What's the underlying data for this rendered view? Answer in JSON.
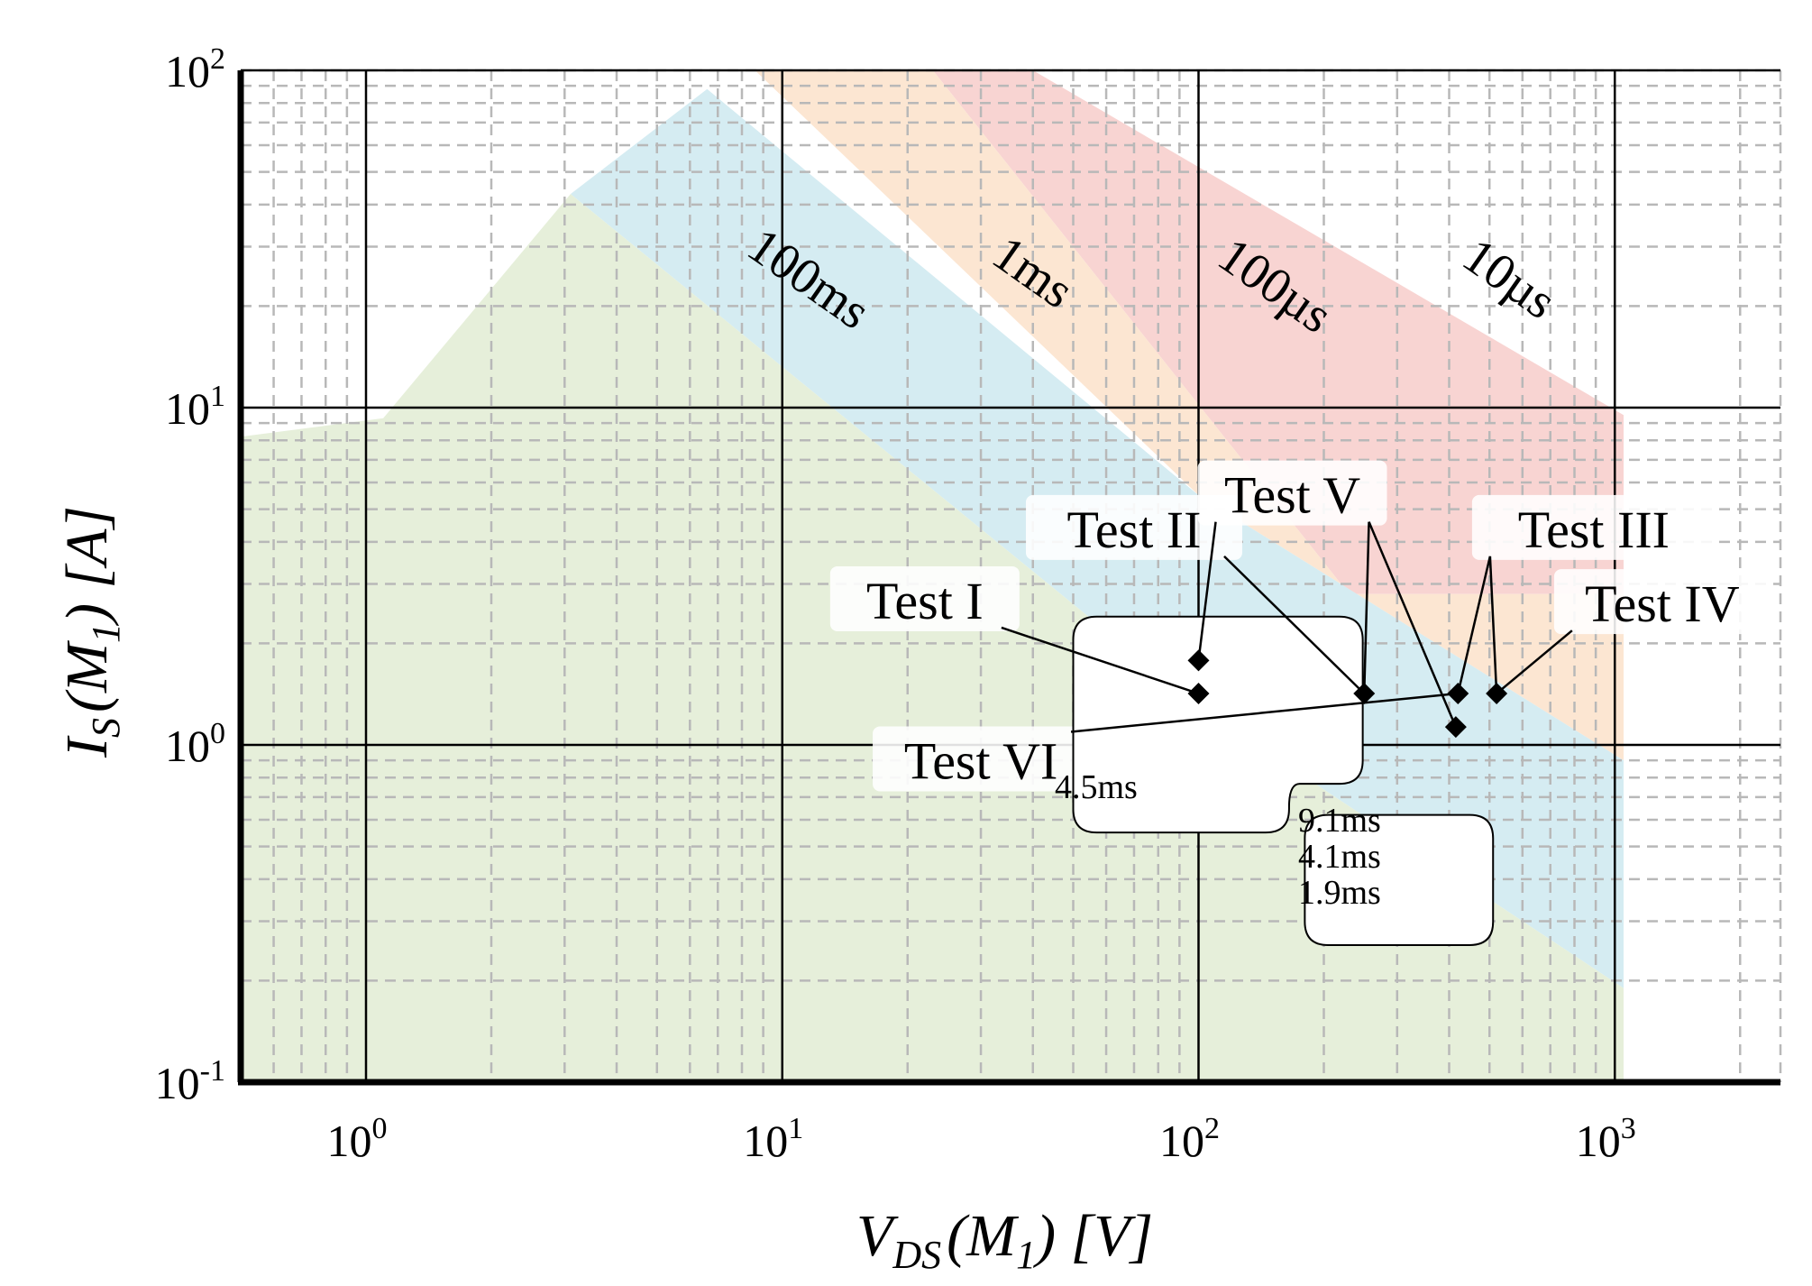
{
  "chart_data": {
    "type": "scatter",
    "title": "",
    "xlabel": {
      "main": "V",
      "sub": "DS",
      "rest1": "(M",
      "sub2": "1",
      "rest2": ")  [V]"
    },
    "ylabel": {
      "main": "I",
      "sub": "S",
      "rest1": "(M",
      "sub2": "1",
      "rest2": ")  [A]"
    },
    "xscale": "log",
    "yscale": "log",
    "xlim": [
      0.5,
      2500
    ],
    "ylim": [
      0.1,
      100
    ],
    "x_ticks": [
      {
        "base": "10",
        "exp": "0",
        "value": 1
      },
      {
        "base": "10",
        "exp": "1",
        "value": 10
      },
      {
        "base": "10",
        "exp": "2",
        "value": 100
      },
      {
        "base": "10",
        "exp": "3",
        "value": 1000
      }
    ],
    "y_ticks": [
      {
        "base": "10",
        "exp": "-1",
        "value": 0.1
      },
      {
        "base": "10",
        "exp": "0",
        "value": 1
      },
      {
        "base": "10",
        "exp": "1",
        "value": 10
      },
      {
        "base": "10",
        "exp": "2",
        "value": 100
      }
    ],
    "grid": true,
    "soa_regions": [
      {
        "label": "10µs",
        "color": "#f8d4d2",
        "polygon": [
          [
            23,
            100
          ],
          [
            40,
            100
          ],
          [
            1050,
            9.5
          ],
          [
            1050,
            2.8
          ],
          [
            230,
            2.8
          ]
        ]
      },
      {
        "label": "100µs",
        "color": "#fce6d2",
        "polygon": [
          [
            8.6,
            100
          ],
          [
            23,
            100
          ],
          [
            230,
            2.8
          ],
          [
            1050,
            2.8
          ],
          [
            1050,
            0.9
          ],
          [
            100,
            5.5
          ]
        ]
      },
      {
        "label": "1ms",
        "color": "#d5ecf2",
        "polygon": [
          [
            3.1,
            43
          ],
          [
            6.6,
            88
          ],
          [
            100,
            5.5
          ],
          [
            1050,
            0.9
          ],
          [
            1050,
            0.19
          ],
          [
            100,
            1.3
          ]
        ]
      },
      {
        "label": "100ms",
        "color": "#e6efda",
        "polygon": [
          [
            0.5,
            8.2
          ],
          [
            1.1,
            9.3
          ],
          [
            3.1,
            43
          ],
          [
            100,
            1.3
          ],
          [
            1050,
            0.19
          ],
          [
            1050,
            0.1
          ],
          [
            0.5,
            0.1
          ]
        ]
      }
    ],
    "region_labels": [
      {
        "text": "100ms",
        "x": 11,
        "y": 22,
        "rotate": 35
      },
      {
        "text": "1ms",
        "x": 38,
        "y": 23,
        "rotate": 35
      },
      {
        "text": "100µs",
        "x": 145,
        "y": 21,
        "rotate": 35
      },
      {
        "text": "10µs",
        "x": 530,
        "y": 22,
        "rotate": 35
      }
    ],
    "points": [
      {
        "name": "Test I",
        "x": 100,
        "y": 1.42
      },
      {
        "name": "Test II",
        "x": 250,
        "y": 1.42
      },
      {
        "name": "Test III",
        "x": 420,
        "y": 1.42
      },
      {
        "name": "Test IV",
        "x": 520,
        "y": 1.42
      },
      {
        "name": "Test V",
        "x": 100,
        "y": 1.78
      },
      {
        "name": "Test VI",
        "x": 415,
        "y": 1.13
      }
    ],
    "test_labels": [
      {
        "text": "Test I",
        "x": 22,
        "y": 2.55,
        "target_points": [
          0
        ]
      },
      {
        "text": "Test II",
        "x": 70,
        "y": 4.15,
        "target_points": [
          1
        ]
      },
      {
        "text": "Test V",
        "x": 168,
        "y": 5.25,
        "target_points": [
          4,
          1,
          5
        ]
      },
      {
        "text": "Test III",
        "x": 890,
        "y": 4.15,
        "target_points": [
          2,
          3
        ]
      },
      {
        "text": "Test IV",
        "x": 1300,
        "y": 2.5,
        "target_points": [
          3
        ]
      },
      {
        "text": "Test VI",
        "x": 30,
        "y": 0.855,
        "target_points": [
          2
        ]
      }
    ],
    "duration_boxes": [
      {
        "lines": [
          "4.5ms"
        ]
      },
      {
        "lines": [
          "9.1ms",
          "4.1ms",
          "1.9ms"
        ]
      }
    ]
  }
}
